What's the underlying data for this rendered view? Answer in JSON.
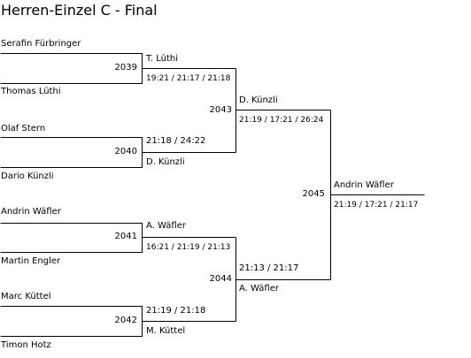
{
  "title": "Herren-Einzel C - Final",
  "round1": [
    {
      "match_no": "2039",
      "top": "Serafin Fürbringer",
      "bottom": "Thomas Lüthi",
      "winner": "T. Lüthi",
      "score": "19:21 / 21:17 / 21:18"
    },
    {
      "match_no": "2040",
      "top": "Olaf Stern",
      "bottom": "Dario Künzli",
      "winner": "D. Künzli",
      "score": "21:18 / 24:22"
    },
    {
      "match_no": "2041",
      "top": "Andrin Wäfler",
      "bottom": "Martin Engler",
      "winner": "A. Wäfler",
      "score": "16:21 / 21:19 / 21:13"
    },
    {
      "match_no": "2042",
      "top": "Marc Küttel",
      "bottom": "Timon Hotz",
      "winner": "M. Küttel",
      "score": "21:19 / 21:18"
    }
  ],
  "round2": [
    {
      "match_no": "2043",
      "winner": "D. Künzli",
      "score": "21:19 / 17:21 / 26:24"
    },
    {
      "match_no": "2044",
      "winner": "A. Wäfler",
      "score": "21:13 / 21:17"
    }
  ],
  "final": {
    "match_no": "2045",
    "winner": "Andrin Wäfler",
    "score": "21:19 / 17:21 / 21:17"
  }
}
